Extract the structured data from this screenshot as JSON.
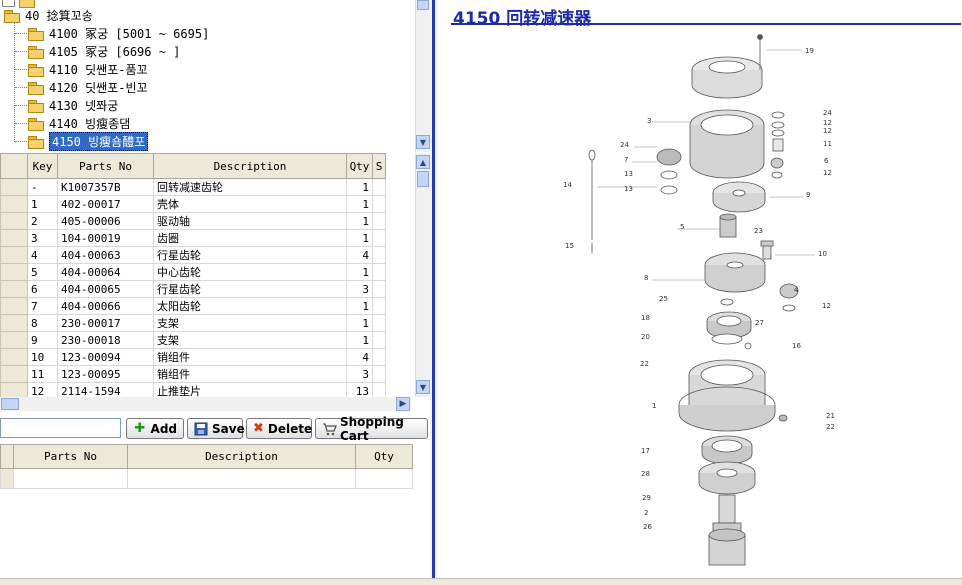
{
  "tree": {
    "parent": {
      "label": "40 捻箕꼬송"
    },
    "items": [
      {
        "label": "4100 冢궁  [5001 ~ 6695]"
      },
      {
        "label": "4105 冢궁  [6696 ~ ]"
      },
      {
        "label": "4110 딧쌘포-품꼬"
      },
      {
        "label": "4120 딧쌘포-빈꼬"
      },
      {
        "label": "4130 넷쫘궁"
      },
      {
        "label": "4140 빙瘦종댐"
      },
      {
        "label": "4150 빙瘦숌醴포"
      }
    ],
    "selected_index": 6
  },
  "parts_table": {
    "columns": [
      "Key",
      "Parts No",
      "Description",
      "Qty",
      "S"
    ],
    "rows": [
      {
        "key": "-",
        "parts_no": "K1007357B",
        "description": "回转减速齿轮",
        "qty": "1"
      },
      {
        "key": "1",
        "parts_no": "402-00017",
        "description": "壳体",
        "qty": "1"
      },
      {
        "key": "2",
        "parts_no": "405-00006",
        "description": "驱动轴",
        "qty": "1"
      },
      {
        "key": "3",
        "parts_no": "104-00019",
        "description": "齿圈",
        "qty": "1"
      },
      {
        "key": "4",
        "parts_no": "404-00063",
        "description": "行星齿轮",
        "qty": "4"
      },
      {
        "key": "5",
        "parts_no": "404-00064",
        "description": "中心齿轮",
        "qty": "1"
      },
      {
        "key": "6",
        "parts_no": "404-00065",
        "description": "行星齿轮",
        "qty": "3"
      },
      {
        "key": "7",
        "parts_no": "404-00066",
        "description": "太阳齿轮",
        "qty": "1"
      },
      {
        "key": "8",
        "parts_no": "230-00017",
        "description": "支架",
        "qty": "1"
      },
      {
        "key": "9",
        "parts_no": "230-00018",
        "description": "支架",
        "qty": "1"
      },
      {
        "key": "10",
        "parts_no": "123-00094",
        "description": "销组件",
        "qty": "4"
      },
      {
        "key": "11",
        "parts_no": "123-00095",
        "description": "销组件",
        "qty": "3"
      },
      {
        "key": "12",
        "parts_no": "2114-1594",
        "description": "止推垫片",
        "qty": "13"
      }
    ]
  },
  "toolbar": {
    "add_label": "Add",
    "save_label": "Save",
    "delete_label": "Delete",
    "cart_label": "Shopping Cart"
  },
  "cart_table": {
    "columns": [
      "Parts No",
      "Description",
      "Qty"
    ]
  },
  "diagram": {
    "title": "4150 回转减速器",
    "callouts": [
      "19",
      "3",
      "24",
      "12",
      "12",
      "11",
      "24",
      "7",
      "6",
      "12",
      "13",
      "13",
      "14",
      "9",
      "5",
      "23",
      "15",
      "10",
      "8",
      "4",
      "25",
      "12",
      "18",
      "27",
      "20",
      "16",
      "22",
      "1",
      "21",
      "22",
      "17",
      "28",
      "29",
      "2",
      "26"
    ]
  },
  "colors": {
    "accent": "#1c2ca8",
    "selection": "#316ac5",
    "splitter": "#2a3aa8"
  }
}
